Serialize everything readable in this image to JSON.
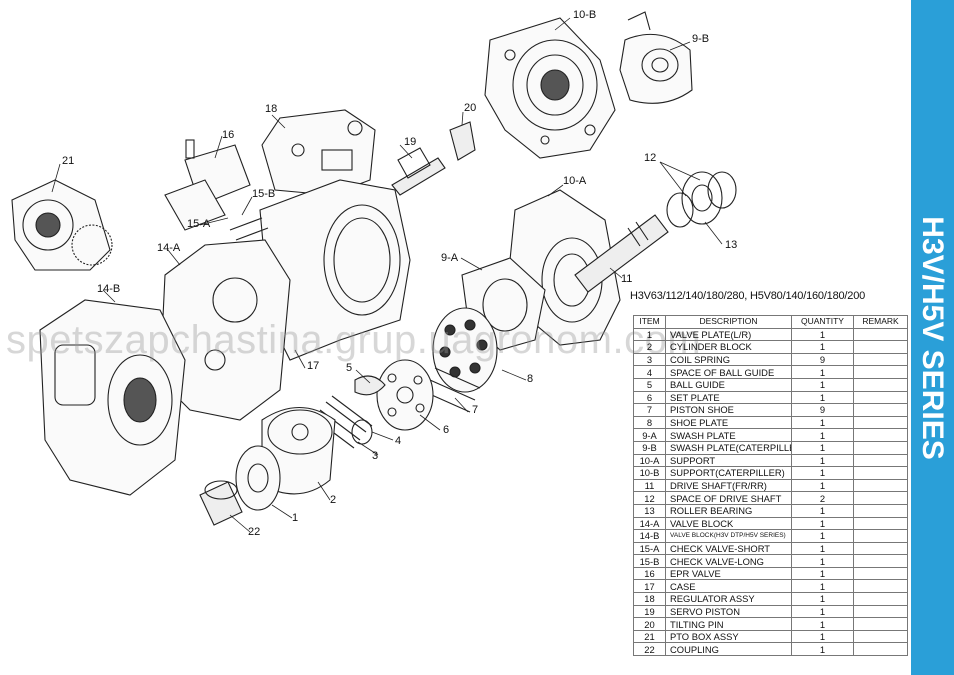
{
  "model_line": "H3V63/112/140/180/280, H5V80/140/160/180/200",
  "series_label": "H3V/H5V SERIES",
  "watermark": "spetszapchastina.grup.uagronom.com",
  "colors": {
    "banner": "#2a9fd8",
    "line": "#222222"
  },
  "callouts": [
    "10-B",
    "9-B",
    "18",
    "20",
    "16",
    "19",
    "21",
    "15-B",
    "15-A",
    "12",
    "10-A",
    "13",
    "14-A",
    "9-A",
    "11",
    "14-B",
    "5",
    "17",
    "8",
    "7",
    "6",
    "4",
    "3",
    "2",
    "1",
    "22"
  ],
  "table": {
    "headers": [
      "ITEM",
      "DESCRIPTION",
      "QUANTITY",
      "REMARK"
    ],
    "rows": [
      {
        "item": "1",
        "desc": "VALVE PLATE(L/R)",
        "qty": "1"
      },
      {
        "item": "2",
        "desc": "CYLINDER BLOCK",
        "qty": "1"
      },
      {
        "item": "3",
        "desc": "COIL SPRING",
        "qty": "9"
      },
      {
        "item": "4",
        "desc": "SPACE OF BALL GUIDE",
        "qty": "1"
      },
      {
        "item": "5",
        "desc": "BALL GUIDE",
        "qty": "1"
      },
      {
        "item": "6",
        "desc": "SET PLATE",
        "qty": "1"
      },
      {
        "item": "7",
        "desc": "PISTON SHOE",
        "qty": "9"
      },
      {
        "item": "8",
        "desc": "SHOE PLATE",
        "qty": "1"
      },
      {
        "item": "9-A",
        "desc": "SWASH PLATE",
        "qty": "1"
      },
      {
        "item": "9-B",
        "desc": "SWASH PLATE(CATERPILLER)",
        "qty": "1"
      },
      {
        "item": "10-A",
        "desc": "SUPPORT",
        "qty": "1"
      },
      {
        "item": "10-B",
        "desc": "SUPPORT(CATERPILLER)",
        "qty": "1"
      },
      {
        "item": "11",
        "desc": "DRIVE SHAFT(FR/RR)",
        "qty": "1"
      },
      {
        "item": "12",
        "desc": "SPACE OF DRIVE SHAFT",
        "qty": "2"
      },
      {
        "item": "13",
        "desc": "ROLLER BEARING",
        "qty": "1"
      },
      {
        "item": "14-A",
        "desc": "VALVE BLOCK",
        "qty": "1"
      },
      {
        "item": "14-B",
        "desc": "VALVE BLOCK(H3V DTP/H5V SERIES)",
        "qty": "1"
      },
      {
        "item": "15-A",
        "desc": "CHECK VALVE-SHORT",
        "qty": "1"
      },
      {
        "item": "15-B",
        "desc": "CHECK VALVE-LONG",
        "qty": "1"
      },
      {
        "item": "16",
        "desc": "EPR VALVE",
        "qty": "1"
      },
      {
        "item": "17",
        "desc": "CASE",
        "qty": "1"
      },
      {
        "item": "18",
        "desc": "REGULATOR ASSY",
        "qty": "1"
      },
      {
        "item": "19",
        "desc": "SERVO PISTON",
        "qty": "1"
      },
      {
        "item": "20",
        "desc": "TILTING PIN",
        "qty": "1"
      },
      {
        "item": "21",
        "desc": "PTO BOX ASSY",
        "qty": "1"
      },
      {
        "item": "22",
        "desc": "COUPLING",
        "qty": "1"
      }
    ]
  }
}
